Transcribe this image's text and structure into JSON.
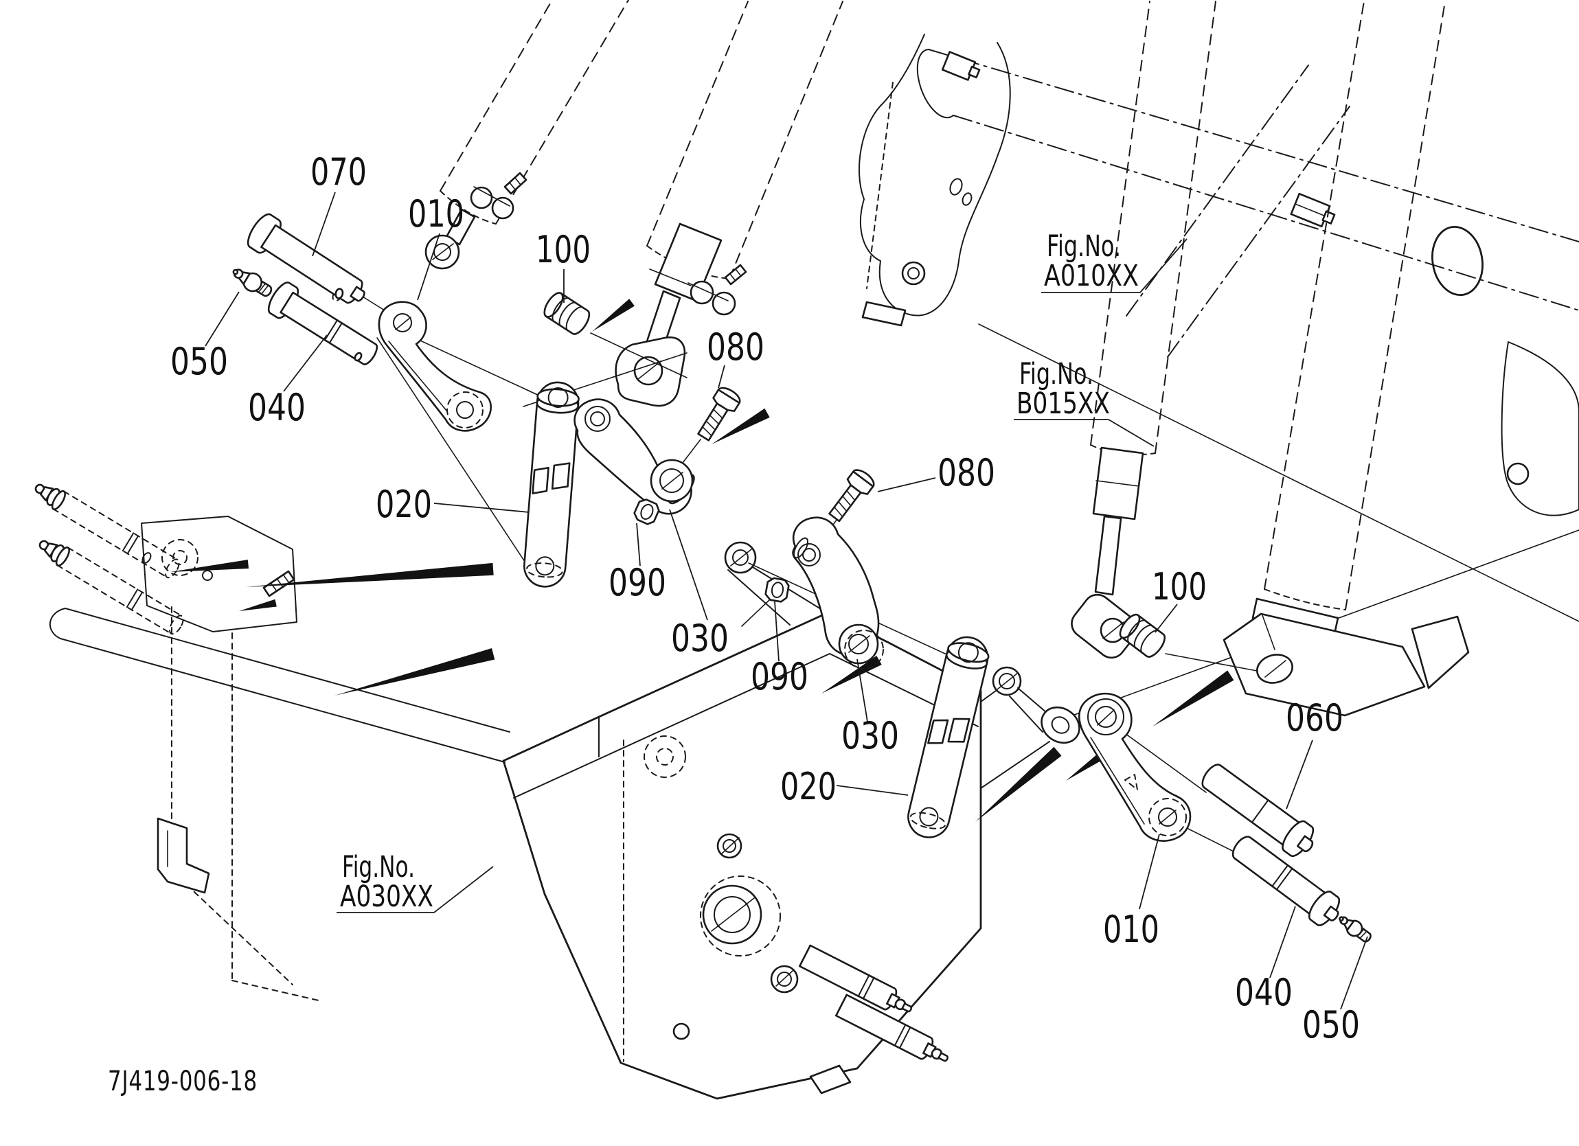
{
  "figure": {
    "type": "exploded-parts-diagram",
    "drawing_number": "7J419-006-18",
    "fig_references": [
      {
        "line1": "Fig.No.",
        "line2": "A010XX"
      },
      {
        "line1": "Fig.No.",
        "line2": "B015XX"
      },
      {
        "line1": "Fig.No.",
        "line2": "A030XX"
      }
    ],
    "callouts": [
      {
        "part_no": "070"
      },
      {
        "part_no": "010"
      },
      {
        "part_no": "100"
      },
      {
        "part_no": "080"
      },
      {
        "part_no": "050"
      },
      {
        "part_no": "040"
      },
      {
        "part_no": "020"
      },
      {
        "part_no": "090"
      },
      {
        "part_no": "030"
      },
      {
        "part_no": "080"
      },
      {
        "part_no": "090"
      },
      {
        "part_no": "030"
      },
      {
        "part_no": "020"
      },
      {
        "part_no": "100"
      },
      {
        "part_no": "060"
      },
      {
        "part_no": "010"
      },
      {
        "part_no": "040"
      },
      {
        "part_no": "050"
      }
    ],
    "colors": {
      "line": "#1a1a1a",
      "background": "#ffffff"
    }
  }
}
